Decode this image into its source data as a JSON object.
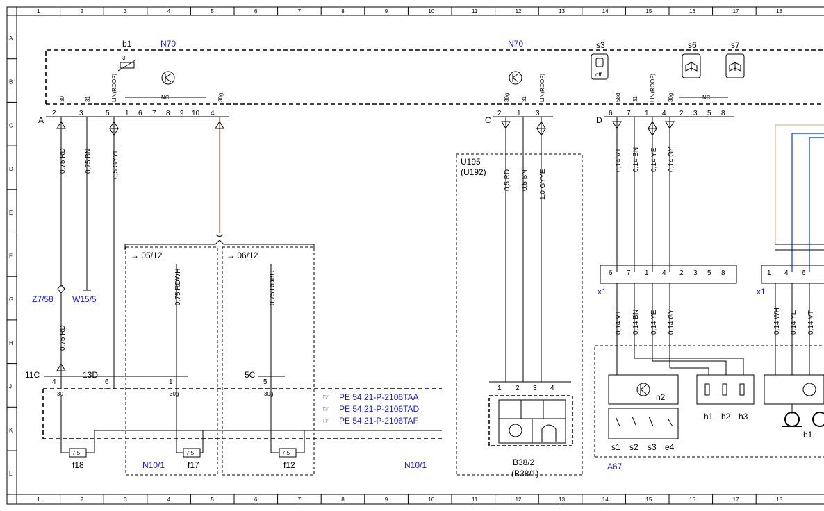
{
  "grid": {
    "cols": [
      "1",
      "2",
      "3",
      "4",
      "5",
      "6",
      "7",
      "8",
      "9",
      "10",
      "11",
      "12",
      "13",
      "14",
      "15",
      "16",
      "17",
      "18"
    ],
    "rows": [
      "A",
      "B",
      "C",
      "D",
      "E",
      "F",
      "G",
      "H",
      "J",
      "K",
      "L"
    ]
  },
  "components": {
    "b1_top": "b1",
    "n70_left": "N70",
    "n70_right": "N70",
    "s3": "s3",
    "s6": "s6",
    "s7": "s7",
    "s3_off": "off",
    "nc_left": "NC",
    "nc_right": "NC",
    "conn_a": "A",
    "conn_c": "C",
    "conn_d": "D",
    "u195": "U195",
    "u192": "(U192)",
    "b38_2": "B38/2",
    "b38_1": "(B38/1)",
    "x1_left": "x1",
    "x1_right": "x1",
    "z7": "Z7/58",
    "w15": "W15/5",
    "c11": "11C",
    "d13": "13D",
    "c5": "5C",
    "ref_05_12": "05/12",
    "ref_06_12": "06/12",
    "n10_1_a": "N10/1",
    "n10_1_b": "N10/1",
    "f18": "f18",
    "f17": "f17",
    "f12": "f12",
    "fuse_rating": "7,5",
    "a67": "A67",
    "n2": "n2",
    "h1": "h1",
    "h2": "h2",
    "h3": "h3",
    "s1": "s1",
    "s2": "s2",
    "s3_b": "s3",
    "e4": "e4",
    "b1_bottom": "b1",
    "term_30": "30",
    "term_30g": "30g",
    "pin_3": "3"
  },
  "references": [
    "PE 54.21-P-2106TAA",
    "PE 54.21-P-2106TAD",
    "PE 54.21-P-2106TAF"
  ],
  "pin_labels_a": {
    "p30": "30",
    "p31": "31",
    "p_lin": "LIN(ROOF)",
    "p30g": "30g",
    "n2": "2",
    "n3": "3",
    "n5": "5",
    "n1": "1",
    "n6": "6",
    "n7": "7",
    "n8": "8",
    "n9": "9",
    "n10": "10",
    "n4": "4"
  },
  "pin_labels_c": {
    "p30g": "30g",
    "p31": "31",
    "p_lin": "LIN(ROOF)",
    "n2": "2",
    "n1": "1",
    "n3": "3"
  },
  "pin_labels_d": {
    "p58d": "58d",
    "p31": "31",
    "p_lin": "LIN(ROOF)",
    "p30g": "30g",
    "n6": "6",
    "n7": "7",
    "n1": "1",
    "n4": "4",
    "n2": "2",
    "n3": "3",
    "n5": "5",
    "n8": "8"
  },
  "wires": {
    "a_rd": "0,75 RD",
    "a_bn": "0,75 BN",
    "a_gyye": "0,5 GYYE",
    "a_rd_low": "0,75 RD",
    "rdwh": "0,75 RDWH",
    "rdbu": "0,75 RDBU",
    "c_rd": "0,5 RD",
    "c_bn": "0,5 BN",
    "c_gyye": "1,0 GYYE",
    "d_vt": "0,14 VT",
    "d_bn": "0,14 BN",
    "d_ye": "0,14 YE",
    "d_gy": "0,14 GY",
    "x_vt": "0,14 VT",
    "x_bn": "0,14 BN",
    "x_ye": "0,14 YE",
    "x_gy": "0,14 GY",
    "x2_wh": "0,14 WH",
    "x2_ye": "0,14 YE",
    "x2_vt": "0,14 VT"
  },
  "x1_pins_left": [
    "6",
    "7",
    "1",
    "4",
    "2",
    "3",
    "5",
    "8"
  ],
  "x1_pins_right": [
    "1",
    "4",
    "6"
  ],
  "j_pins_11c": "4",
  "j_pins_13d": "6",
  "j_pins_mid": "1",
  "j_pins_5c": "5",
  "b38_pins": [
    "1",
    "2",
    "3",
    "4"
  ],
  "colors": {
    "red_wire": "#c0392b",
    "blue_text": "#1a1ad6",
    "blue_wire": "#2255dd",
    "tan_wire": "#d2a679"
  }
}
